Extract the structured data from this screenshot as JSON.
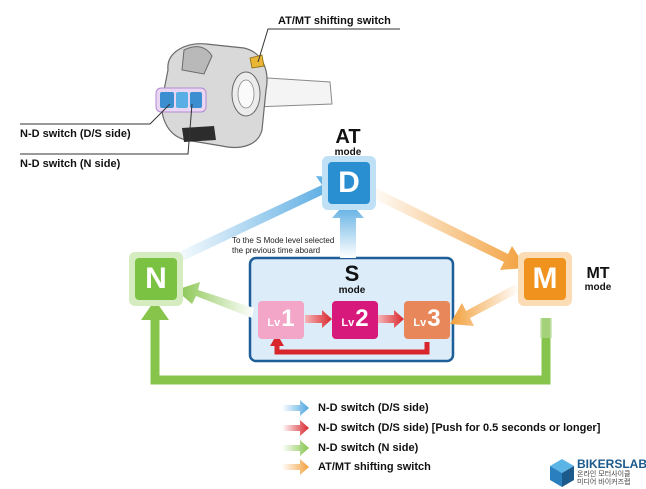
{
  "callouts": {
    "atmt_switch": "AT/MT shifting switch",
    "nd_ds_side": "N-D switch (D/S side)",
    "nd_n_side": "N-D switch (N side)"
  },
  "modes": {
    "at": {
      "title": "AT",
      "subtitle": "mode",
      "letter": "D",
      "color": "#2a8fd0"
    },
    "mt": {
      "title": "MT",
      "subtitle": "mode",
      "letter": "M",
      "color": "#f0921e"
    },
    "s": {
      "title": "S",
      "subtitle": "mode"
    },
    "n": {
      "letter": "N",
      "color": "#7cc242"
    }
  },
  "levels": [
    {
      "prefix": "Lv",
      "number": "1",
      "color": "#f3a6c8"
    },
    {
      "prefix": "Lv",
      "number": "2",
      "color": "#d6197a"
    },
    {
      "prefix": "Lv",
      "number": "3",
      "color": "#e8875a"
    }
  ],
  "note": "To the S Mode level selected the previous time aboard",
  "legend": [
    {
      "label": "N-D switch (D/S side)",
      "color": "#4ea6e0",
      "icon": "blue-arrow-icon"
    },
    {
      "label": "N-D switch (D/S side) [Push for 0.5 seconds or longer]",
      "color": "#d8262c",
      "icon": "red-arrow-icon"
    },
    {
      "label": "N-D switch (N side)",
      "color": "#86c44c",
      "icon": "green-arrow-icon"
    },
    {
      "label": "AT/MT shifting switch",
      "color": "#f2a03c",
      "icon": "orange-arrow-icon"
    }
  ],
  "logo": {
    "name": "BIKERSLAB",
    "line1": "온라인 모터사이클",
    "line2": "미디어 바이커즈랩"
  },
  "colors": {
    "s_box_border": "#1f5f99",
    "s_box_fill": "#dcecf8",
    "n_arrow": "#86c44c",
    "d_arrow": "#4ea6e0",
    "red_arrow": "#d8262c",
    "orange_arrow": "#f2a03c"
  }
}
